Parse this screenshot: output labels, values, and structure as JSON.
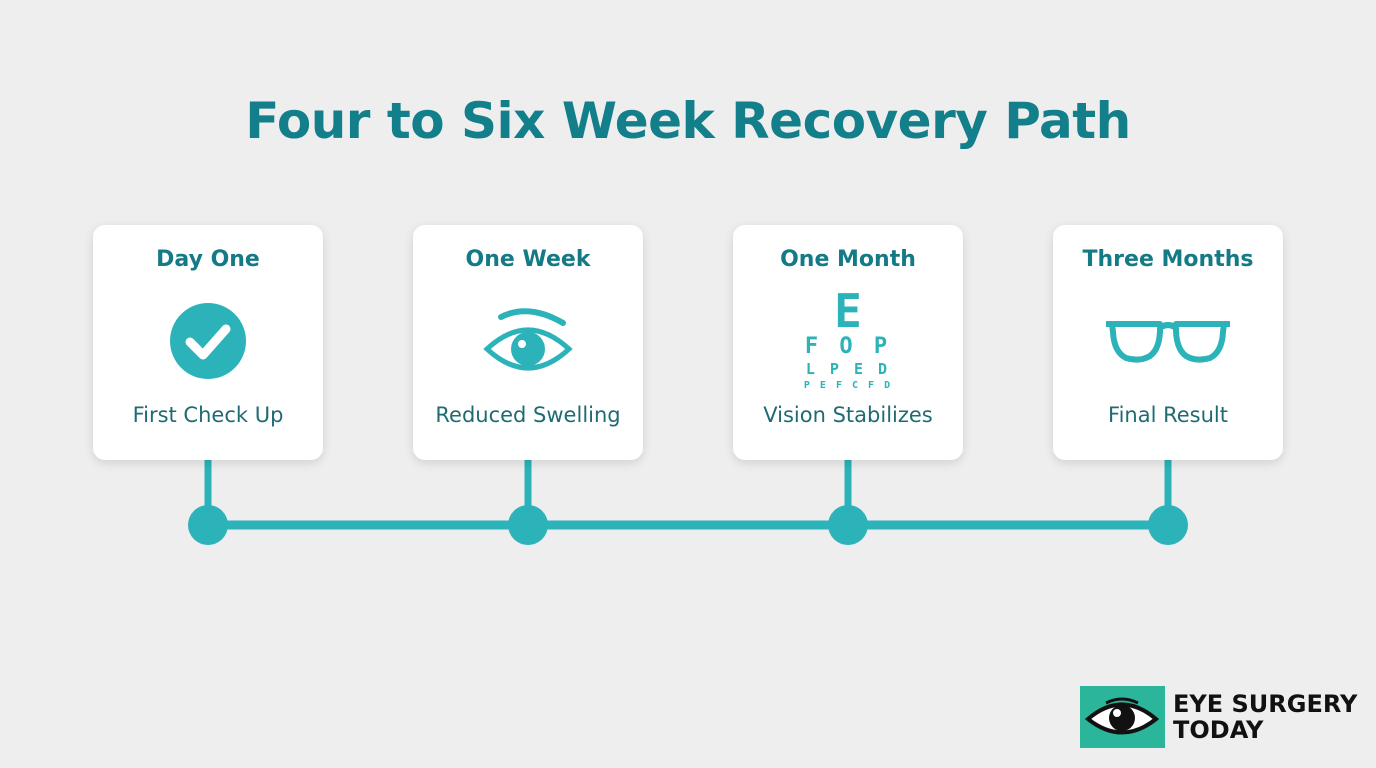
{
  "title": "Four to Six Week Recovery Path",
  "colors": {
    "accent": "#2cb3ba",
    "heading": "#137f8a",
    "background": "#eeeeee"
  },
  "stages": [
    {
      "title": "Day One",
      "icon": "checkmark-circle-icon",
      "caption": "First Check Up"
    },
    {
      "title": "One Week",
      "icon": "eye-icon",
      "caption": "Reduced Swelling"
    },
    {
      "title": "One Month",
      "icon": "eye-chart-icon",
      "caption": "Vision Stabilizes",
      "chart_rows": [
        "E",
        "F O P",
        "L P E D",
        "P E F C F D"
      ]
    },
    {
      "title": "Three Months",
      "icon": "glasses-icon",
      "caption": "Final Result"
    }
  ],
  "logo": {
    "line1": "EYE SURGERY",
    "line2": "TODAY",
    "icon": "eye-logo-icon"
  }
}
